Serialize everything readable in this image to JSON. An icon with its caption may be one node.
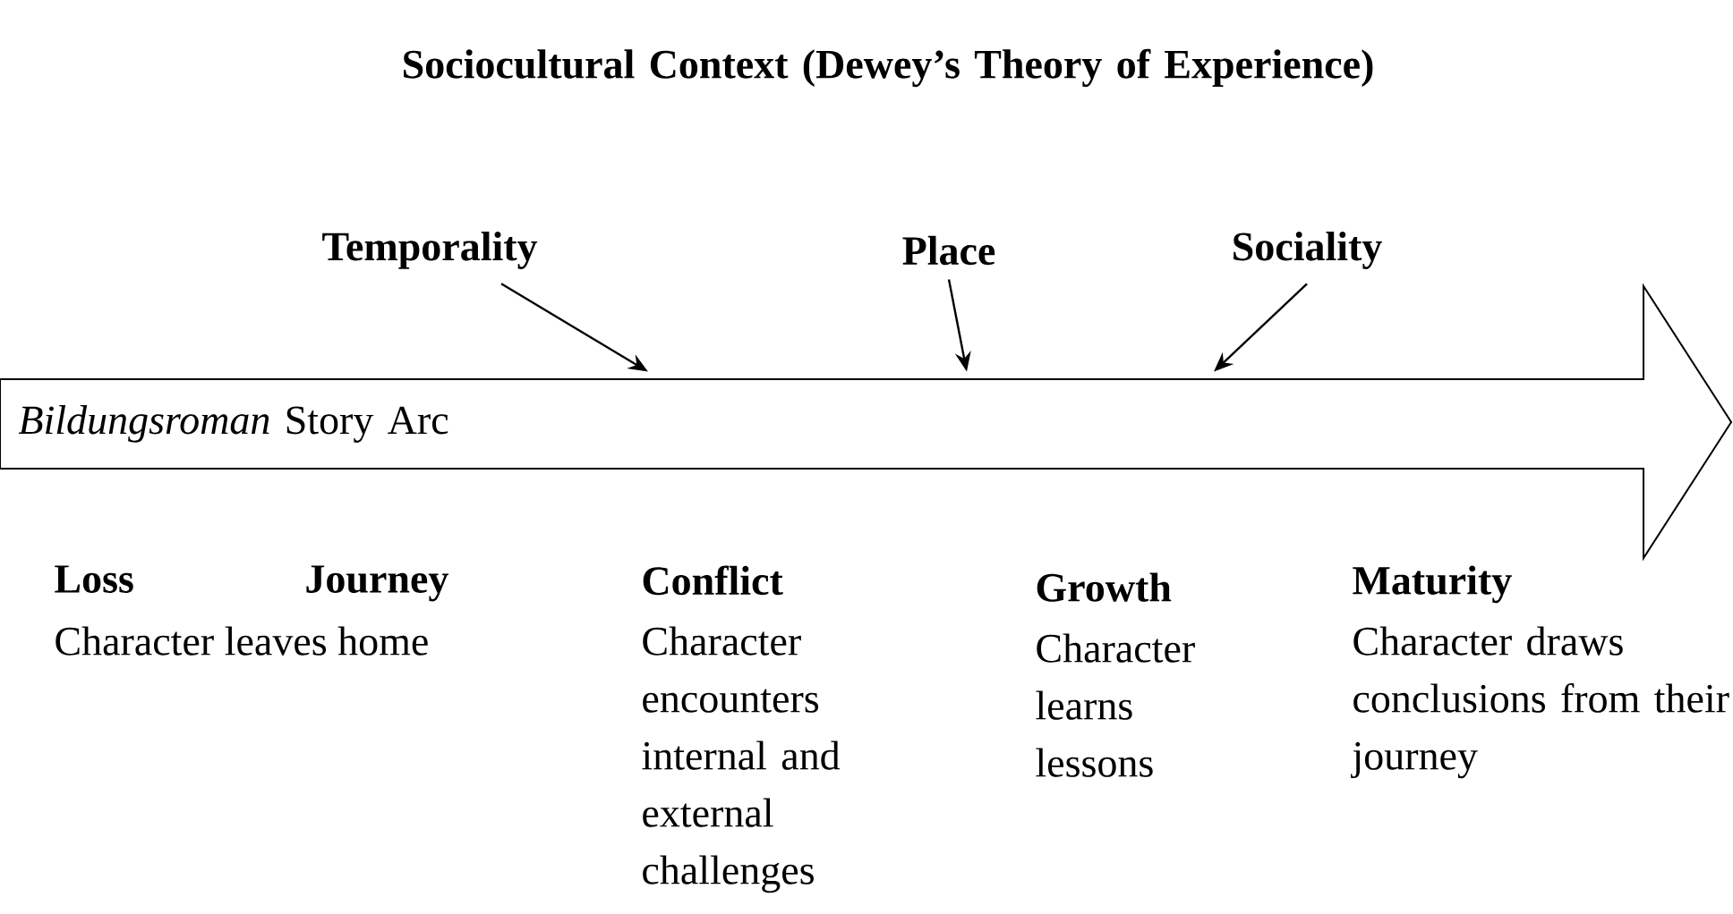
{
  "diagram": {
    "title": "Sociocultural Context (Dewey’s Theory of Experience)",
    "nodes": [
      {
        "text": [
          "Temporality"
        ]
      },
      {
        "text": [
          "Place"
        ]
      },
      {
        "text": [
          "Sociality"
        ]
      },
      {
        "text": [
          "*Bildungsroman* Story Arc"
        ]
      }
    ],
    "edges": [
      {
        "from": 0,
        "to": 3,
        "arrow": "to"
      },
      {
        "from": 1,
        "to": 3,
        "arrow": "to"
      },
      {
        "from": 2,
        "to": 3,
        "arrow": "to"
      }
    ],
    "labels": [
      "Loss",
      "Journey",
      "Character leaves home",
      "Conflict",
      "Character encounters internal and external challenges",
      "Growth",
      "Character learns lessons",
      "Maturity",
      "Character draws conclusions from their journey"
    ]
  }
}
